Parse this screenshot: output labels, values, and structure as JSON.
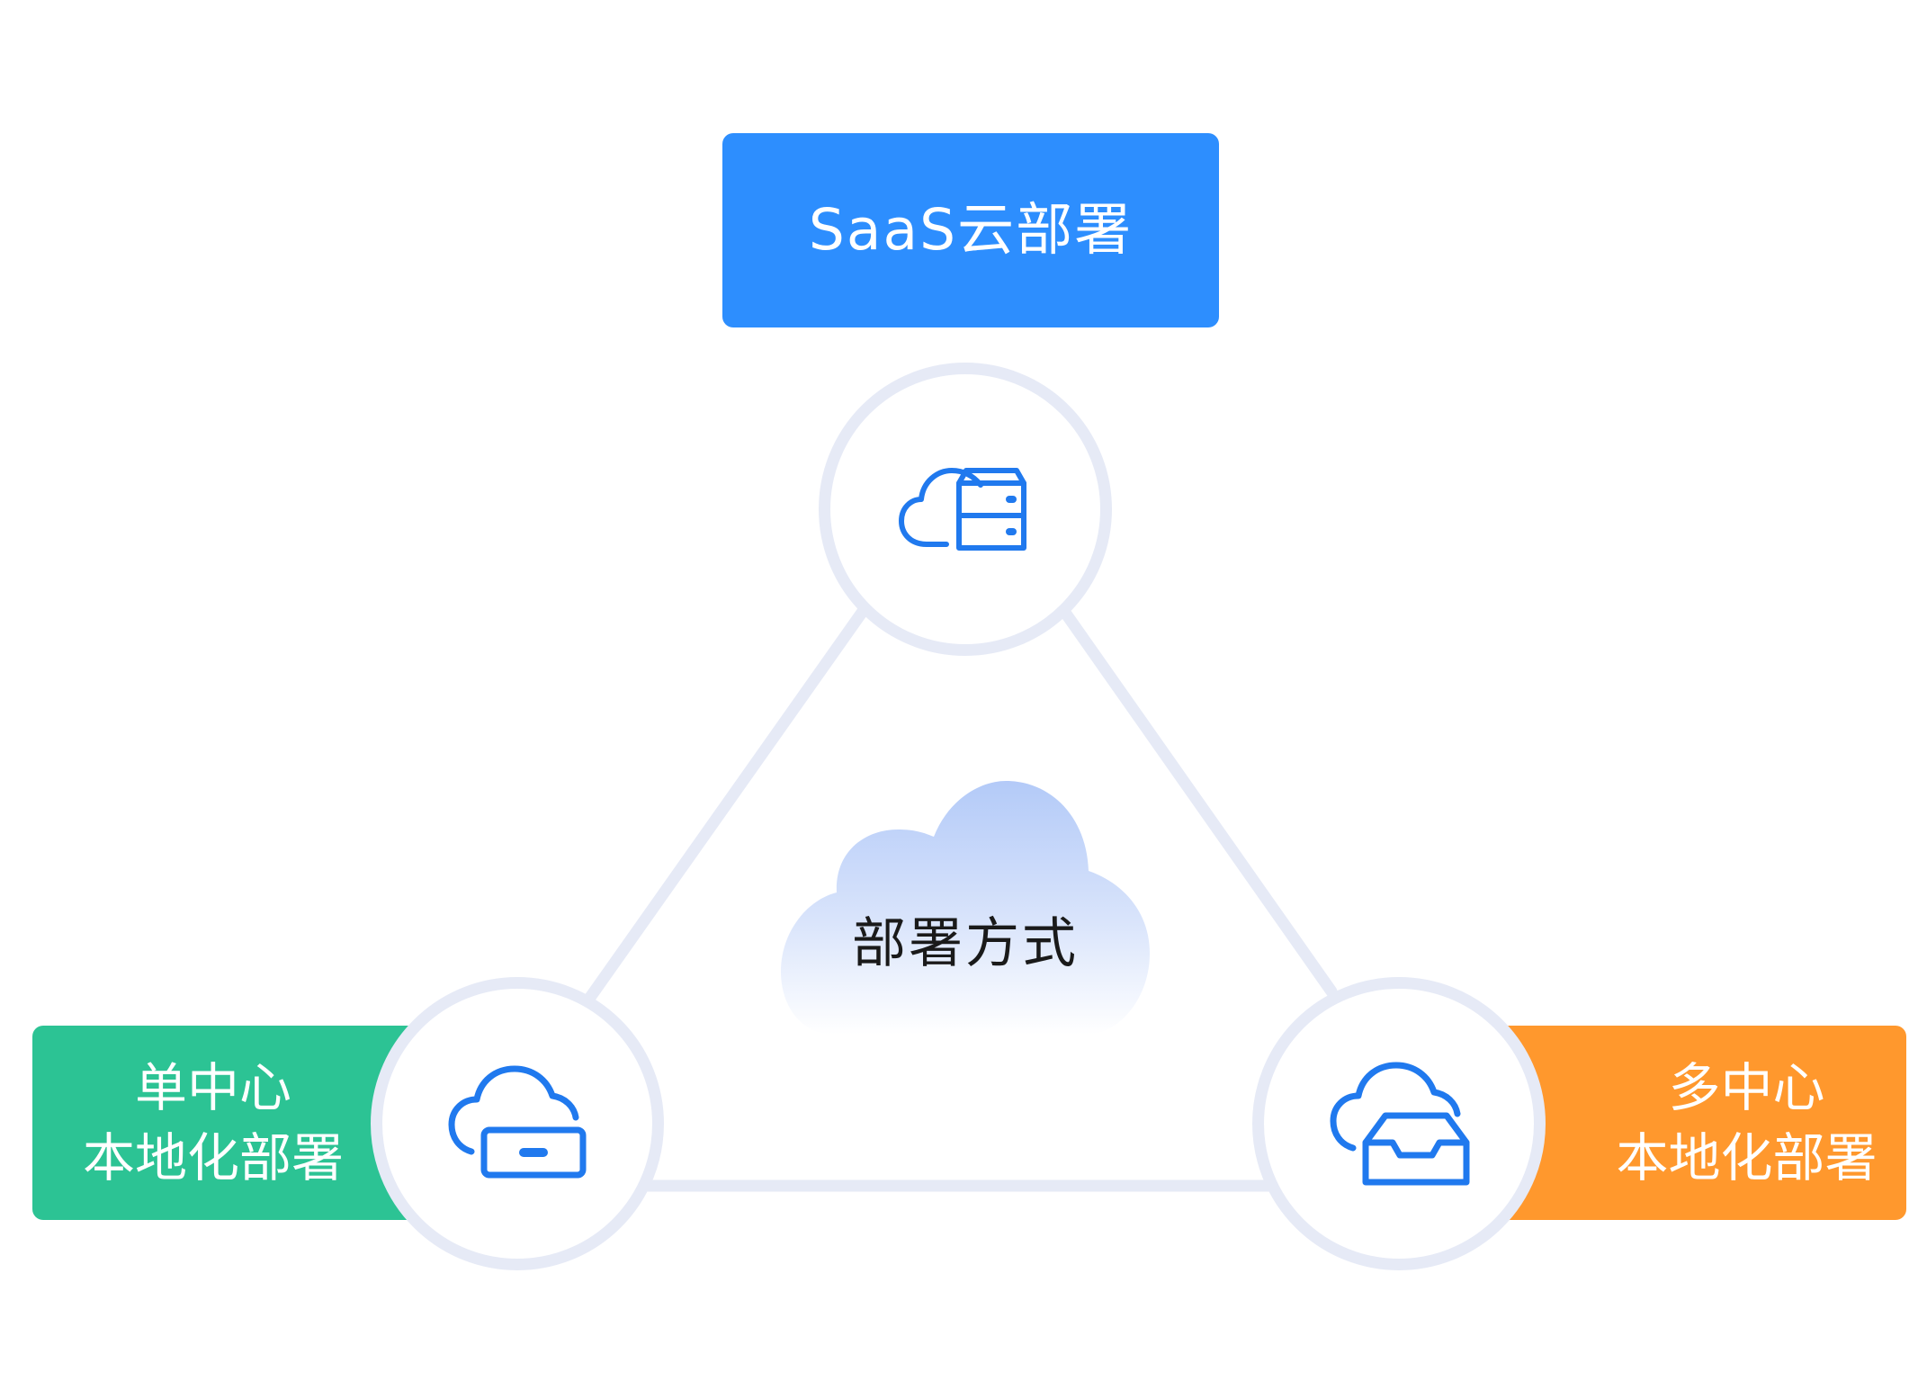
{
  "center": {
    "label": "部署方式"
  },
  "nodes": {
    "top": {
      "label": "SaaS云部署",
      "icon": "cloud-server-icon"
    },
    "left": {
      "line1": "单中心",
      "line2": "本地化部署",
      "icon": "cloud-drive-icon"
    },
    "right": {
      "line1": "多中心",
      "line2": "本地化部署",
      "icon": "cloud-inbox-icon"
    }
  },
  "colors": {
    "top": "#2d8efe",
    "left": "#2cc394",
    "right": "#ff982d",
    "connector": "#e6eaf6",
    "icon": "#2079ee"
  }
}
